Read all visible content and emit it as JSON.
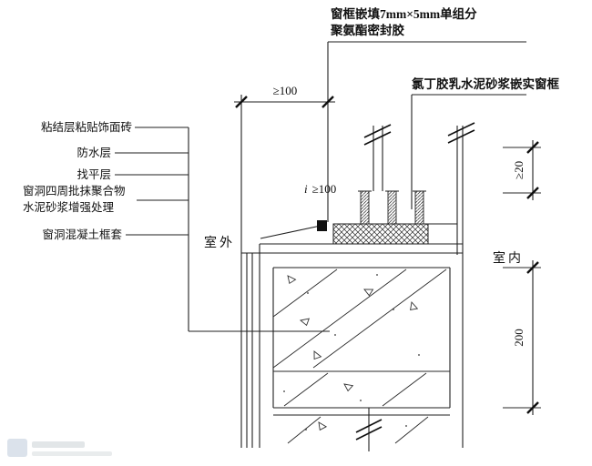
{
  "drawing": {
    "callout_sealant": {
      "line1": "窗框嵌填7mm×5mm单组分",
      "line2": "聚氨酯密封胶"
    },
    "callout_mortar": "氯丁胶乳水泥砂浆嵌实窗框",
    "labels_left": [
      "粘结层粘贴饰面砖",
      "防水层",
      "找平层",
      "窗洞四周批抹聚合物",
      "水泥砂浆增强处理",
      "窗洞混凝土框套"
    ],
    "regions": {
      "outdoor": "室外",
      "indoor": "室内"
    },
    "dimensions": {
      "top_width": "≥100",
      "slope_symbol": "i",
      "slope_value": "≥100",
      "embed_depth": "≥20",
      "frame_height": "200"
    },
    "colors": {
      "line": "#1f1f1f",
      "background": "#ffffff",
      "sealant_fill": "#111111"
    }
  }
}
